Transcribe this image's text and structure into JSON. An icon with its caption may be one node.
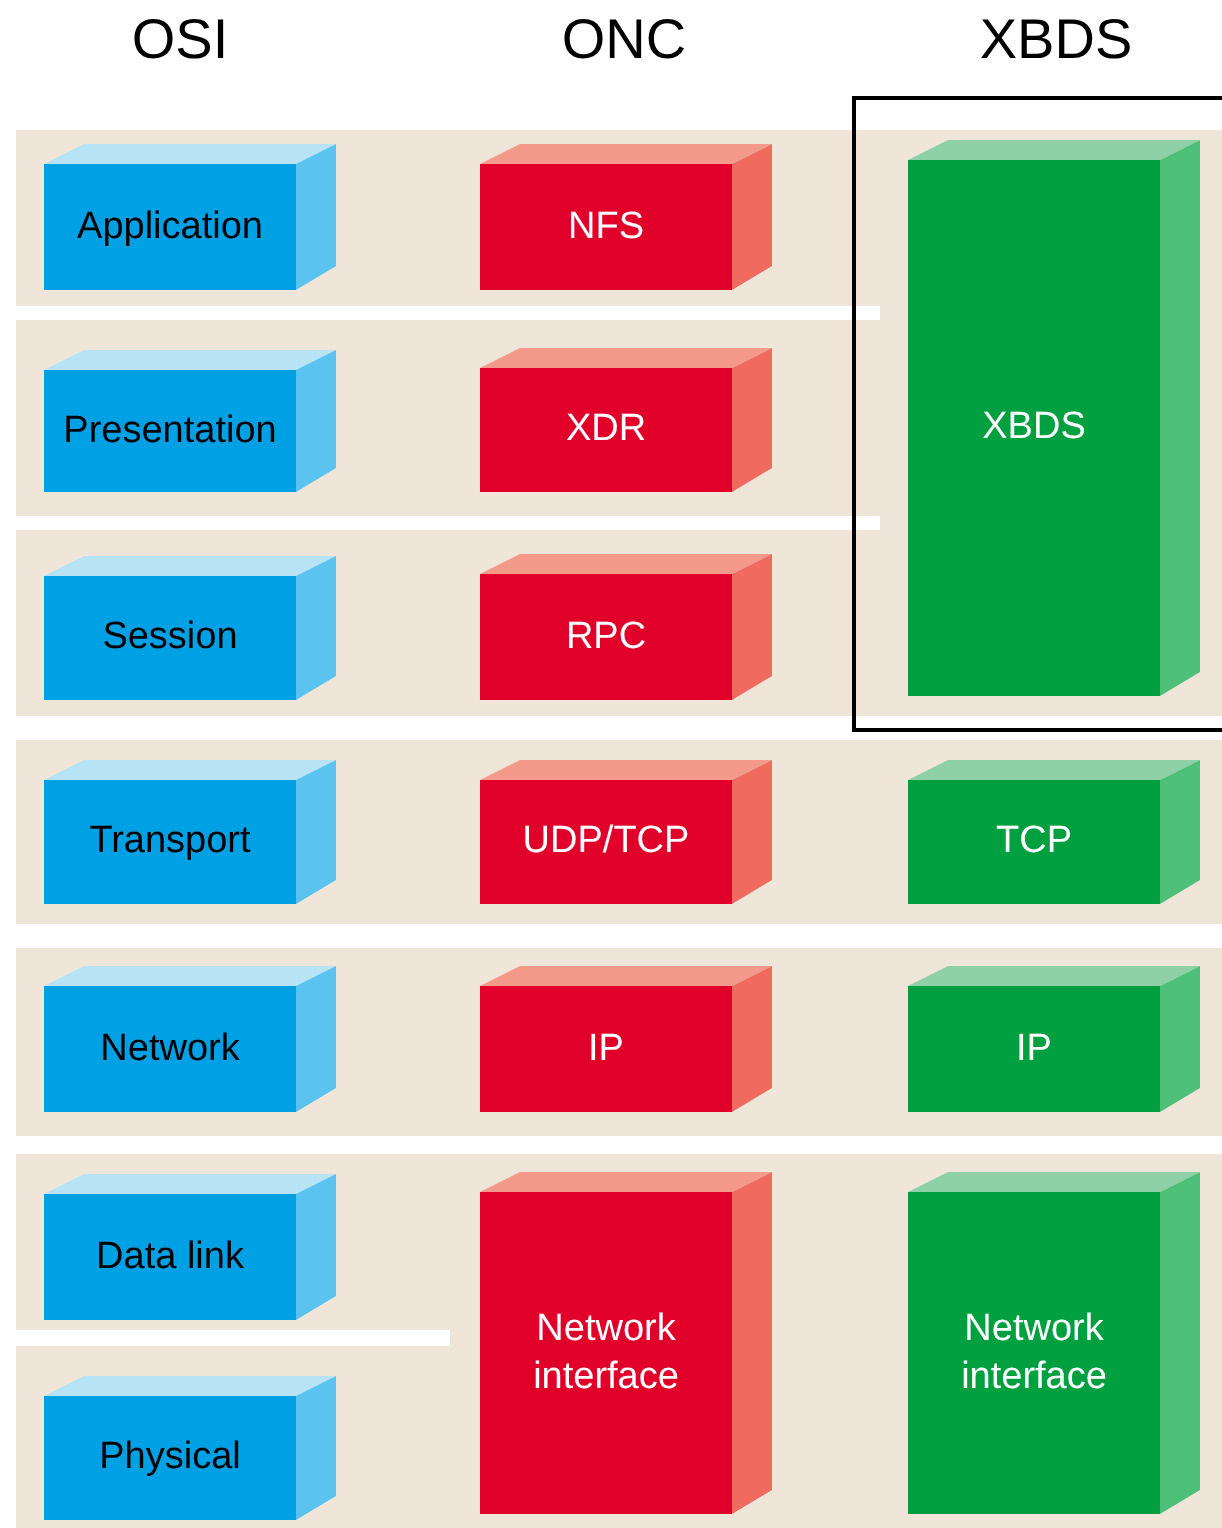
{
  "diagram": {
    "nodes": [
      {
        "text": [
          "Application"
        ]
      },
      {
        "text": [
          "Presentation"
        ]
      },
      {
        "text": [
          "Session"
        ]
      },
      {
        "text": [
          "Transport"
        ]
      },
      {
        "text": [
          "Network"
        ]
      },
      {
        "text": [
          "Data link"
        ]
      },
      {
        "text": [
          "Physical"
        ]
      },
      {
        "text": [
          "NFS"
        ]
      },
      {
        "text": [
          "XDR"
        ]
      },
      {
        "text": [
          "RPC"
        ]
      },
      {
        "text": [
          "UDP/TCP"
        ]
      },
      {
        "text": [
          "IP"
        ]
      },
      {
        "text": [
          "Network interface"
        ]
      },
      {
        "text": [
          "XBDS"
        ]
      },
      {
        "text": [
          "TCP"
        ]
      },
      {
        "text": [
          "IP"
        ]
      },
      {
        "text": [
          "Network interface"
        ]
      }
    ],
    "labels": [
      "OSI",
      "ONC",
      "XBDS"
    ]
  }
}
